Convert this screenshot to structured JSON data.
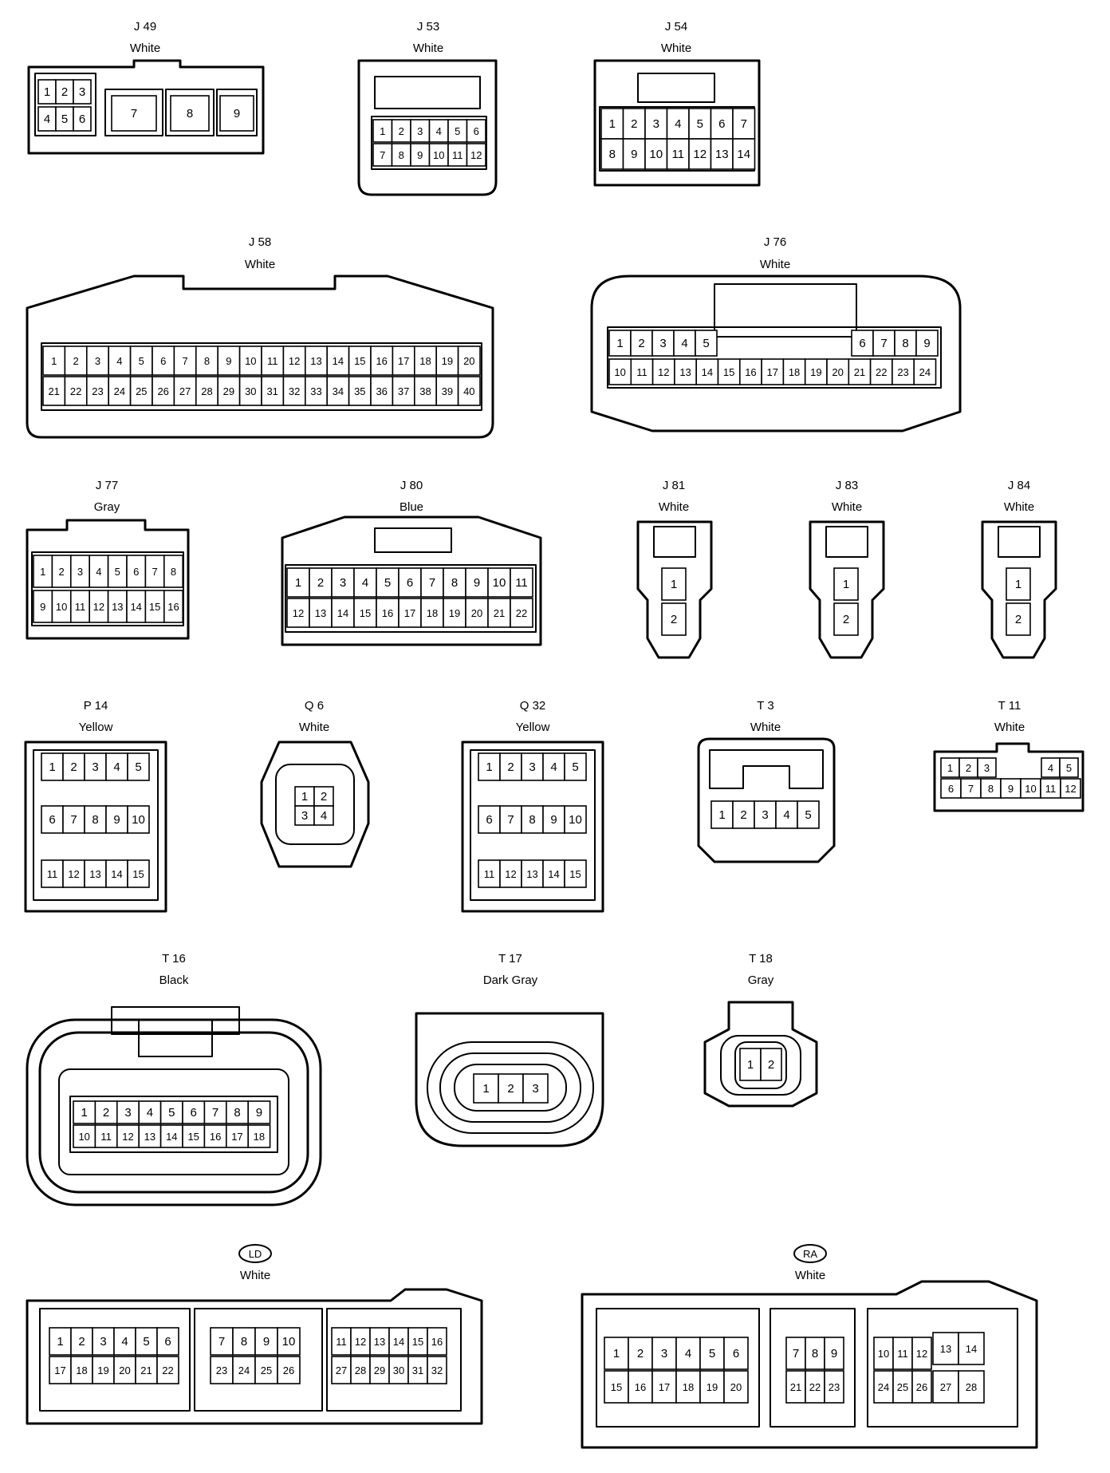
{
  "connectors": [
    {
      "id": "J 49",
      "color": "White",
      "pins": [
        "1",
        "2",
        "3",
        "4",
        "5",
        "6",
        "7",
        "8",
        "9"
      ]
    },
    {
      "id": "J 53",
      "color": "White",
      "pins": [
        "1",
        "2",
        "3",
        "4",
        "5",
        "6",
        "7",
        "8",
        "9",
        "10",
        "11",
        "12"
      ]
    },
    {
      "id": "J 54",
      "color": "White",
      "pins": [
        "1",
        "2",
        "3",
        "4",
        "5",
        "6",
        "7",
        "8",
        "9",
        "10",
        "11",
        "12",
        "13",
        "14"
      ]
    },
    {
      "id": "J 58",
      "color": "White",
      "pins": [
        "1",
        "2",
        "3",
        "4",
        "5",
        "6",
        "7",
        "8",
        "9",
        "10",
        "11",
        "12",
        "13",
        "14",
        "15",
        "16",
        "17",
        "18",
        "19",
        "20",
        "21",
        "22",
        "23",
        "24",
        "25",
        "26",
        "27",
        "28",
        "29",
        "30",
        "31",
        "32",
        "33",
        "34",
        "35",
        "36",
        "37",
        "38",
        "39",
        "40"
      ]
    },
    {
      "id": "J 76",
      "color": "White",
      "pins": [
        "1",
        "2",
        "3",
        "4",
        "5",
        "6",
        "7",
        "8",
        "9",
        "10",
        "11",
        "12",
        "13",
        "14",
        "15",
        "16",
        "17",
        "18",
        "19",
        "20",
        "21",
        "22",
        "23",
        "24"
      ]
    },
    {
      "id": "J 77",
      "color": "Gray",
      "pins": [
        "1",
        "2",
        "3",
        "4",
        "5",
        "6",
        "7",
        "8",
        "9",
        "10",
        "11",
        "12",
        "13",
        "14",
        "15",
        "16"
      ]
    },
    {
      "id": "J 80",
      "color": "Blue",
      "pins": [
        "1",
        "2",
        "3",
        "4",
        "5",
        "6",
        "7",
        "8",
        "9",
        "10",
        "11",
        "12",
        "13",
        "14",
        "15",
        "16",
        "17",
        "18",
        "19",
        "20",
        "21",
        "22"
      ]
    },
    {
      "id": "J 81",
      "color": "White",
      "pins": [
        "1",
        "2"
      ]
    },
    {
      "id": "J 83",
      "color": "White",
      "pins": [
        "1",
        "2"
      ]
    },
    {
      "id": "J 84",
      "color": "White",
      "pins": [
        "1",
        "2"
      ]
    },
    {
      "id": "P 14",
      "color": "Yellow",
      "pins": [
        "1",
        "2",
        "3",
        "4",
        "5",
        "6",
        "7",
        "8",
        "9",
        "10",
        "11",
        "12",
        "13",
        "14",
        "15"
      ]
    },
    {
      "id": "Q 6",
      "color": "White",
      "pins": [
        "1",
        "2",
        "3",
        "4"
      ]
    },
    {
      "id": "Q 32",
      "color": "Yellow",
      "pins": [
        "1",
        "2",
        "3",
        "4",
        "5",
        "6",
        "7",
        "8",
        "9",
        "10",
        "11",
        "12",
        "13",
        "14",
        "15"
      ]
    },
    {
      "id": "T 3",
      "color": "White",
      "pins": [
        "1",
        "2",
        "3",
        "4",
        "5"
      ]
    },
    {
      "id": "T 11",
      "color": "White",
      "pins": [
        "1",
        "2",
        "3",
        "4",
        "5",
        "6",
        "7",
        "8",
        "9",
        "10",
        "11",
        "12"
      ]
    },
    {
      "id": "T 16",
      "color": "Black",
      "pins": [
        "1",
        "2",
        "3",
        "4",
        "5",
        "6",
        "7",
        "8",
        "9",
        "10",
        "11",
        "12",
        "13",
        "14",
        "15",
        "16",
        "17",
        "18"
      ]
    },
    {
      "id": "T 17",
      "color": "Dark Gray",
      "pins": [
        "1",
        "2",
        "3"
      ]
    },
    {
      "id": "T 18",
      "color": "Gray",
      "pins": [
        "1",
        "2"
      ]
    },
    {
      "id": "LD",
      "color": "White",
      "pins": [
        "1",
        "2",
        "3",
        "4",
        "5",
        "6",
        "7",
        "8",
        "9",
        "10",
        "11",
        "12",
        "13",
        "14",
        "15",
        "16",
        "17",
        "18",
        "19",
        "20",
        "21",
        "22",
        "23",
        "24",
        "25",
        "26",
        "27",
        "28",
        "29",
        "30",
        "31",
        "32"
      ]
    },
    {
      "id": "RA",
      "color": "White",
      "pins": [
        "1",
        "2",
        "3",
        "4",
        "5",
        "6",
        "7",
        "8",
        "9",
        "10",
        "11",
        "12",
        "13",
        "14",
        "15",
        "16",
        "17",
        "18",
        "19",
        "20",
        "21",
        "22",
        "23",
        "24",
        "25",
        "26",
        "27",
        "28"
      ]
    }
  ]
}
